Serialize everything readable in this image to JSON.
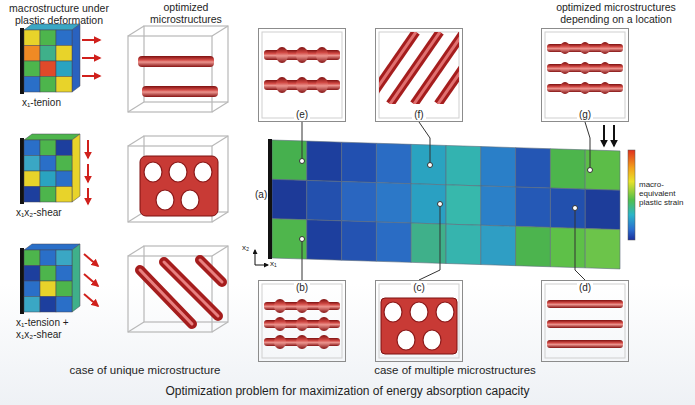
{
  "diagram": {
    "caption": "Optimization problem for maximization of energy absorption capacity",
    "nodes": [
      {
        "text": [
          "(e)"
        ]
      },
      {
        "text": [
          "(f)"
        ]
      },
      {
        "text": [
          "(g)"
        ]
      },
      {
        "text": [
          "(a)"
        ]
      },
      {
        "text": [
          "(b)"
        ]
      },
      {
        "text": [
          "(c)"
        ]
      },
      {
        "text": [
          "(d)"
        ]
      }
    ],
    "edges": [
      {
        "from": 3,
        "to": 0,
        "arrow": "none"
      },
      {
        "from": 3,
        "to": 1,
        "arrow": "none"
      },
      {
        "from": 3,
        "to": 2,
        "arrow": "none"
      },
      {
        "from": 3,
        "to": 4,
        "arrow": "none"
      },
      {
        "from": 3,
        "to": 5,
        "arrow": "none"
      },
      {
        "from": 3,
        "to": 6,
        "arrow": "none"
      }
    ],
    "labels": [
      "macrostructure under plastic deformation",
      "optimized microstructures",
      "x₁-tenion",
      "x₁x₂-shear",
      "x₁-tension + x₁x₂-shear",
      "case of unique microstructure",
      "optimized microstructures depending on a location",
      "x₂",
      "x₁",
      "macro- equivalent plastic strain",
      "case of multiple microstructures"
    ]
  }
}
